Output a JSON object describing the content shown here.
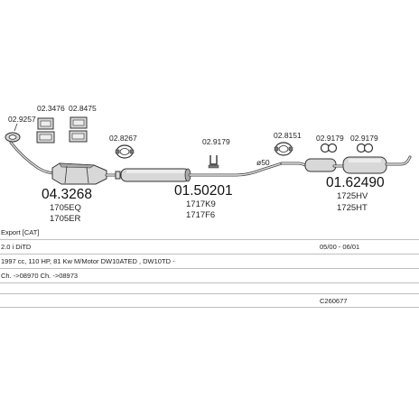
{
  "parts": {
    "clamp_a": "02.9257",
    "gasket_a": "02.3476",
    "gasket_b": "02.8475",
    "cat_number": "04.3268",
    "cat_code_1": "1705EQ",
    "cat_code_2": "1705ER",
    "clamp_b": "02.8267",
    "hanger_a": "02.9179",
    "front_number": "01.50201",
    "front_code_1": "1717K9",
    "front_code_2": "1717F6",
    "pipe_size": "ø50",
    "clamp_c": "02.8151",
    "hanger_b": "02.9179",
    "hanger_c": "02.9179",
    "rear_number": "01.62490",
    "rear_code_1": "1725HV",
    "rear_code_2": "1725HT"
  },
  "info": {
    "export": "Export [CAT]",
    "model": "2.0 i DiTD",
    "years": "05/00 - 06/01",
    "engine": "1997 cc, 110 HP, 81 Kw M/Motor DW10ATED , DW10TD -",
    "chassis": "Ch. ->08970 Ch. ->08973",
    "ref": "C260677"
  }
}
